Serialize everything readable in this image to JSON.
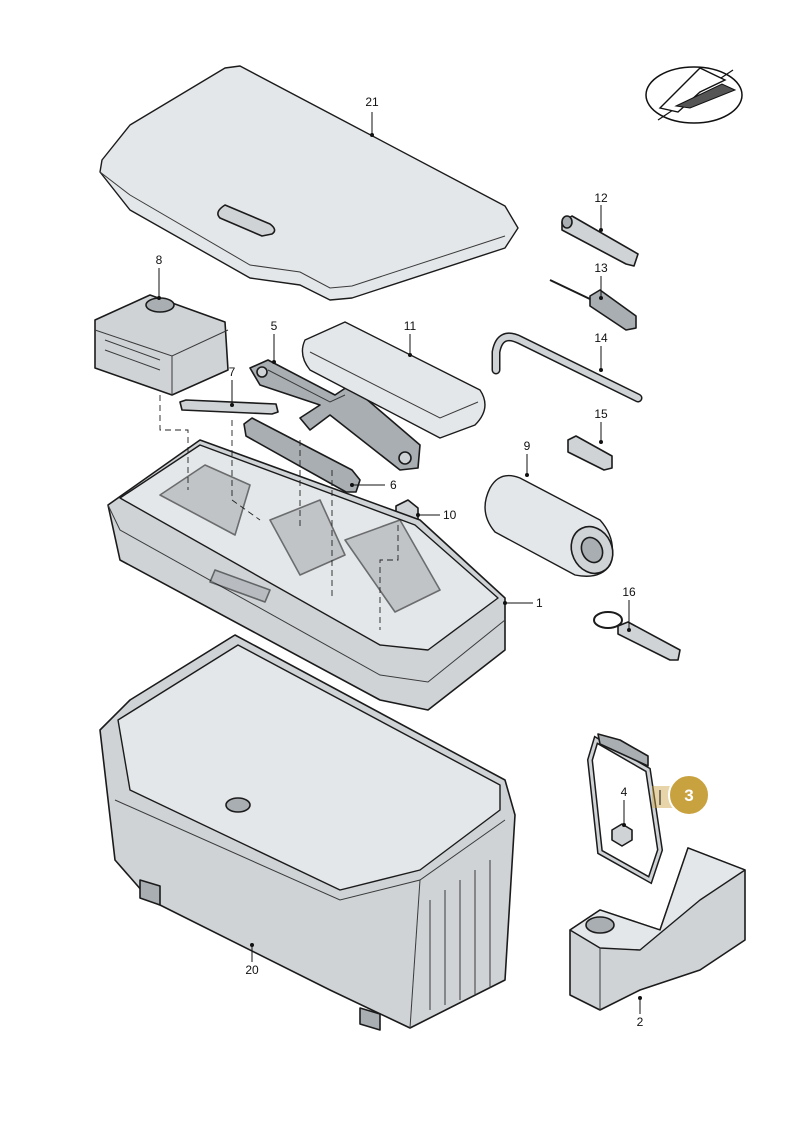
{
  "callouts": [
    {
      "id": "21",
      "label": "21"
    },
    {
      "id": "12",
      "label": "12"
    },
    {
      "id": "13",
      "label": "13"
    },
    {
      "id": "8",
      "label": "8"
    },
    {
      "id": "5",
      "label": "5"
    },
    {
      "id": "11",
      "label": "11"
    },
    {
      "id": "14",
      "label": "14"
    },
    {
      "id": "7",
      "label": "7"
    },
    {
      "id": "15",
      "label": "15"
    },
    {
      "id": "6",
      "label": "6"
    },
    {
      "id": "9",
      "label": "9"
    },
    {
      "id": "10",
      "label": "10"
    },
    {
      "id": "1",
      "label": "1"
    },
    {
      "id": "16",
      "label": "16"
    },
    {
      "id": "4",
      "label": "4"
    },
    {
      "id": "20",
      "label": "20"
    },
    {
      "id": "2",
      "label": "2"
    }
  ],
  "highlight_badge": {
    "label": "3",
    "color": "#c9a240"
  },
  "orientation_icon": "vehicle-orientation-icon",
  "colors": {
    "part_fill": "#cfd3d6",
    "line": "#1b1b1b",
    "highlight": "#c9a240"
  }
}
